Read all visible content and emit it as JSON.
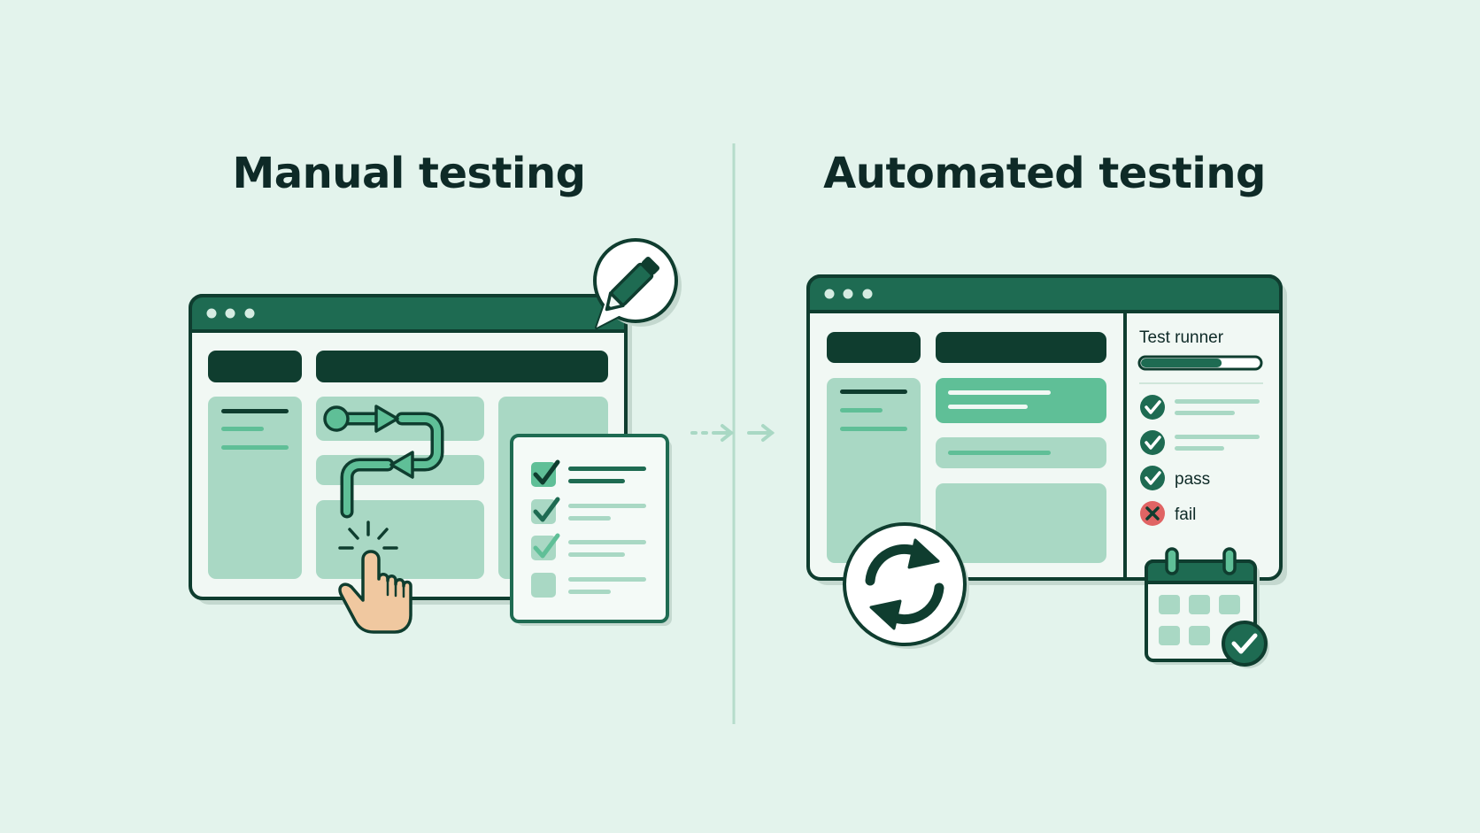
{
  "left": {
    "title": "Manual testing"
  },
  "right": {
    "title": "Automated testing",
    "runner": {
      "title": "Test runner",
      "progress": 0.68,
      "results": [
        {
          "status": "pass",
          "label": ""
        },
        {
          "status": "pass",
          "label": ""
        },
        {
          "status": "pass",
          "label": "pass"
        },
        {
          "status": "fail",
          "label": "fail"
        }
      ]
    }
  },
  "colors": {
    "background": "#e3f3ec",
    "primary_green": "#1e6b52",
    "dark_green": "#0f3d2f",
    "light_green": "#a9d8c4",
    "mid_green": "#5fbf97",
    "fail_red": "#e06464",
    "hand_skin": "#f0c8a0",
    "ink": "#0e2a27"
  },
  "icons": [
    "pencil-icon",
    "hand-pointer-icon",
    "flow-arrows-icon",
    "checklist-icon",
    "refresh-icon",
    "calendar-check-icon",
    "check-icon",
    "x-icon",
    "dotted-arrow-icon"
  ]
}
